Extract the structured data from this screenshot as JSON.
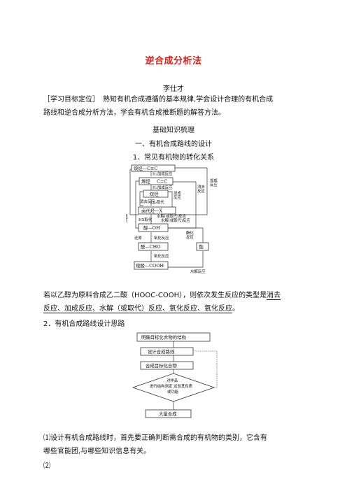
{
  "doc": {
    "title": "逆合成分析法",
    "author": "李仕才",
    "objective_line1": "［学习目标定位］　熟知有机合成遵循的基本规律,学会设计合理的有机合成",
    "objective_line2": "路线和逆合成分析方法，学会有机合成推断题的解答方法。",
    "section_basic": "基础知识梳理",
    "heading_one": "一、有机合成路线的设计",
    "heading_1": "1．常见有机物的转化关系",
    "para_q1_line1_pre": "若以乙醇为原料合成乙二酸（HOOC-COOH），则依次发生反应的类型是",
    "para_q1_line1_ans": "消去",
    "para_q1_line2_ans": "反应、加成反应、水解（或取代）反应、氧化反应、氧化反应",
    "para_q1_line2_post": "。",
    "heading_2": "2．有机合成路线设计思路",
    "para_p1_line1": "⑴设计有机合成路线时，首先要正确判断需合成的有机物的类别，它含有",
    "para_p1_line2": "哪些官能团,与哪些知识信息有关。",
    "para_p2": "⑵"
  },
  "diagram1": {
    "alkyne": "炔烃—C≡C",
    "h2_add1": "H₂加成反应",
    "alkene": "烯烃",
    "alkene_group": "C=C",
    "h2_add2": "H₂加成反应",
    "alkane": "烷烃",
    "add_rxn": "加成",
    "rxn": "反应",
    "x2_sub": "X₂取代",
    "elim1": "消去反应",
    "elim2a": "消去",
    "elim2b": "反应",
    "add_left_a": "加成",
    "add_left_b": "反应",
    "add_right_a": "加成",
    "add_right_b": "反应",
    "haloalkane": "卤代烃—X",
    "hx_sub": "HX取代",
    "hydrolysis1": "水解(或取代)反应",
    "hydrolysis2": "水解(或取代)反应",
    "alcohol": "醇—OH",
    "ester": "酯",
    "esterify_a": "酯化",
    "esterify_b": "反应",
    "reduction": "还原",
    "oxidation1": "氧化反应",
    "aldehyde": "醛—CHO",
    "oxidation2": "氧化反应",
    "acid": "羧酸—COOH",
    "hydrolysis3": "水解反应"
  },
  "diagram2": {
    "step1": "明确目标化合物的结构",
    "step2": "设计合成路线",
    "step3": "合成目标化合物",
    "decision_a": "对样品",
    "decision_b": "进行结构测定,试验其性质",
    "decision_c": "或功能",
    "step4": "大量合成"
  }
}
